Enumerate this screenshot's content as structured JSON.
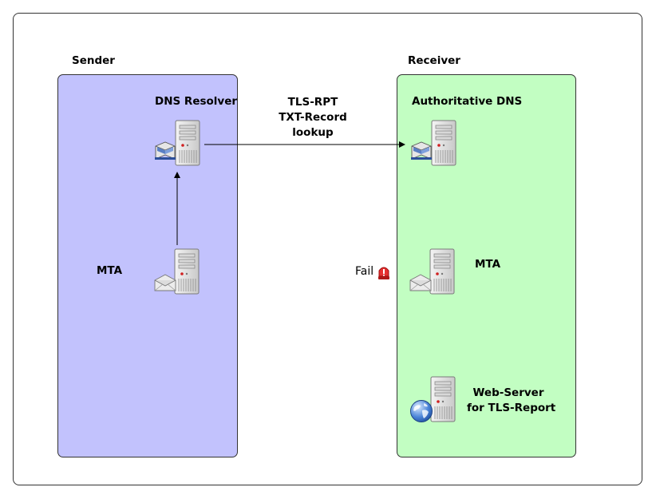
{
  "zones": {
    "sender": {
      "title": "Sender",
      "color": "#c2c2fd"
    },
    "receiver": {
      "title": "Receiver",
      "color": "#c2fec2"
    }
  },
  "nodes": {
    "dns_resolver": {
      "label": "DNS Resolver",
      "icon": "server-book-icon"
    },
    "sender_mta": {
      "label": "MTA",
      "icon": "server-mail-icon"
    },
    "authoritative_dns": {
      "label": "Authoritative DNS",
      "icon": "server-book-icon"
    },
    "receiver_mta": {
      "label": "MTA",
      "icon": "server-mail-icon"
    },
    "web_server": {
      "label_line1": "Web-Server",
      "label_line2": "for TLS-Report",
      "icon": "server-globe-icon"
    }
  },
  "edges": {
    "lookup": {
      "line1": "TLS-RPT",
      "line2": "TXT-Record",
      "line3": "lookup"
    }
  },
  "status": {
    "fail_label": "Fail",
    "fail_icon": "alert-siren-icon",
    "fail_color": "#e02020"
  }
}
